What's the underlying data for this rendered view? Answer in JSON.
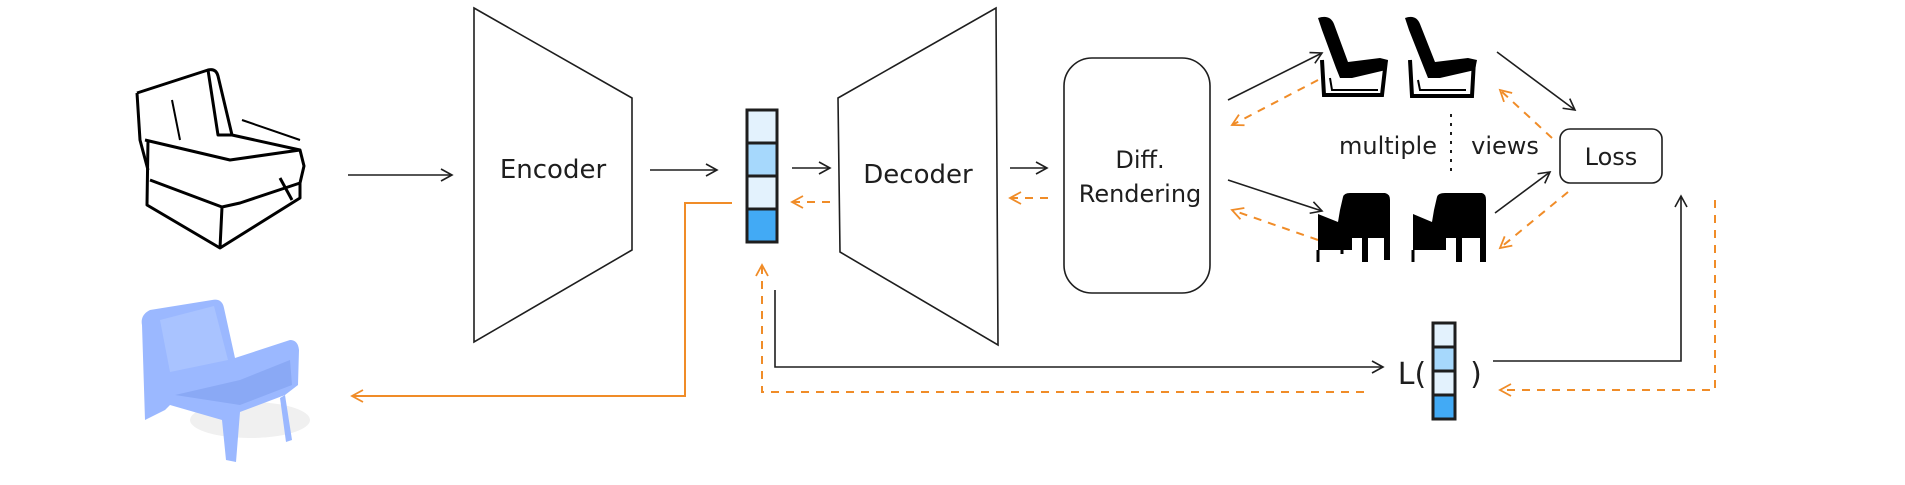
{
  "diagram": {
    "title": "Encoder–Decoder with Differentiable Rendering pipeline",
    "labels": {
      "encoder": "Encoder",
      "decoder": "Decoder",
      "diff_rendering_line1": "Diff.",
      "diff_rendering_line2": "Rendering",
      "multiple": "multiple",
      "views": "views",
      "loss": "Loss",
      "latent_loss_prefix": "L(",
      "latent_loss_suffix": ")"
    },
    "latent_code": {
      "cells": [
        "#e3f2fd",
        "#a6d8fc",
        "#e3f2fd",
        "#42aaf5"
      ]
    },
    "colors": {
      "forward": "#1e1e1e",
      "backward": "#f08c28",
      "input_sketch": "#000000",
      "output_mesh": "#9bb8ff"
    },
    "nodes": [
      "input-chair-sketch",
      "encoder",
      "latent-code",
      "decoder",
      "diff-rendering",
      "multiple-views",
      "loss",
      "latent-loss",
      "output-chair-mesh"
    ]
  }
}
